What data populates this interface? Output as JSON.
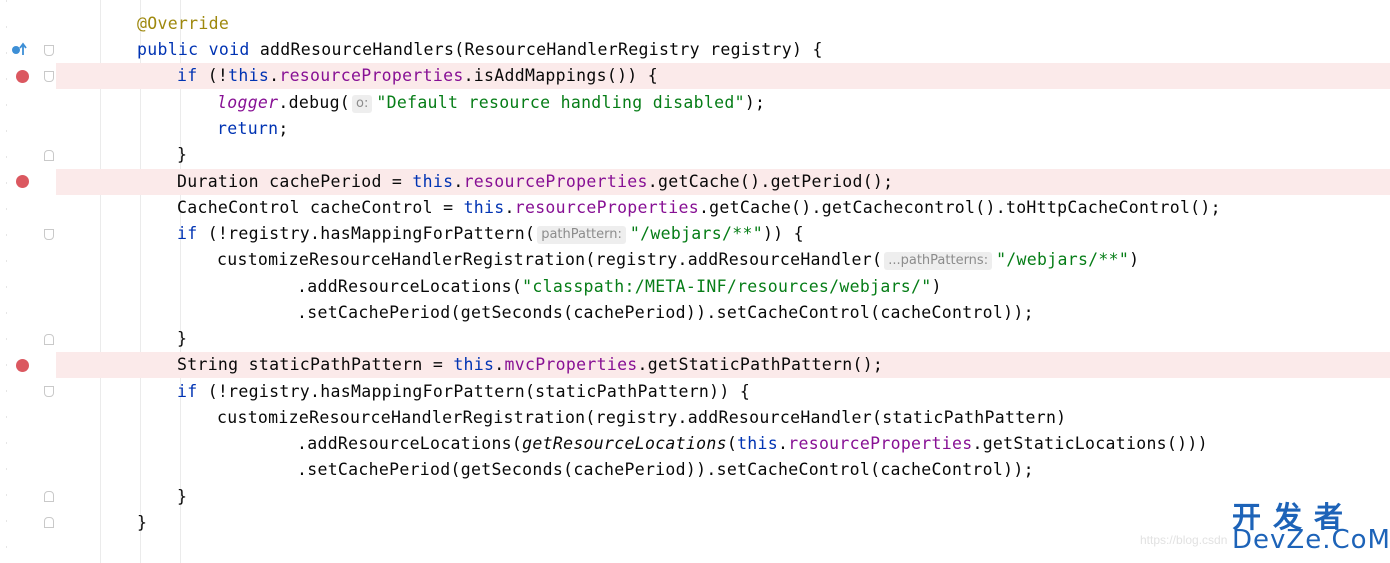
{
  "editor": {
    "lines": [
      {
        "tokens": [
          {
            "t": "@Override",
            "c": "ann"
          }
        ]
      },
      {
        "tokens": [
          {
            "t": "public ",
            "c": "kw"
          },
          {
            "t": "void ",
            "c": "kw"
          },
          {
            "t": "addResourceHandlers",
            "c": "fn"
          },
          {
            "t": "(ResourceHandlerRegistry registry) {",
            "c": ""
          }
        ]
      },
      {
        "tokens": [
          {
            "t": "if ",
            "c": "kw"
          },
          {
            "t": "(!",
            "c": ""
          },
          {
            "t": "this",
            "c": "kw"
          },
          {
            "t": ".",
            "c": ""
          },
          {
            "t": "resourceProperties",
            "c": "fld"
          },
          {
            "t": ".isAddMappings()) {",
            "c": ""
          }
        ]
      },
      {
        "tokens": [
          {
            "t": "logger",
            "c": "fld ital"
          },
          {
            "t": ".debug(",
            "c": ""
          },
          {
            "t": "o:",
            "c": "hint"
          },
          {
            "t": "\"Default resource handling disabled\"",
            "c": "str"
          },
          {
            "t": ");",
            "c": ""
          }
        ]
      },
      {
        "tokens": [
          {
            "t": "return",
            "c": "kw"
          },
          {
            "t": ";",
            "c": ""
          }
        ]
      },
      {
        "tokens": [
          {
            "t": "}",
            "c": ""
          }
        ]
      },
      {
        "tokens": [
          {
            "t": "Duration cachePeriod = ",
            "c": ""
          },
          {
            "t": "this",
            "c": "kw"
          },
          {
            "t": ".",
            "c": ""
          },
          {
            "t": "resourceProperties",
            "c": "fld"
          },
          {
            "t": ".getCache().getPeriod();",
            "c": ""
          }
        ]
      },
      {
        "tokens": [
          {
            "t": "CacheControl cacheControl = ",
            "c": ""
          },
          {
            "t": "this",
            "c": "kw"
          },
          {
            "t": ".",
            "c": ""
          },
          {
            "t": "resourceProperties",
            "c": "fld"
          },
          {
            "t": ".getCache().getCachecontrol().toHttpCacheControl();",
            "c": ""
          }
        ]
      },
      {
        "tokens": [
          {
            "t": "if ",
            "c": "kw"
          },
          {
            "t": "(!registry.hasMappingForPattern(",
            "c": ""
          },
          {
            "t": "pathPattern:",
            "c": "hint"
          },
          {
            "t": "\"/webjars/**\"",
            "c": "str"
          },
          {
            "t": ")) {",
            "c": ""
          }
        ]
      },
      {
        "tokens": [
          {
            "t": "customizeResourceHandlerRegistration(registry.addResourceHandler(",
            "c": ""
          },
          {
            "t": "...pathPatterns:",
            "c": "hint"
          },
          {
            "t": "\"/webjars/**\"",
            "c": "str"
          },
          {
            "t": ")",
            "c": ""
          }
        ]
      },
      {
        "tokens": [
          {
            "t": ".addResourceLocations(",
            "c": ""
          },
          {
            "t": "\"classpath:/META-INF/resources/webjars/\"",
            "c": "str"
          },
          {
            "t": ")",
            "c": ""
          }
        ]
      },
      {
        "tokens": [
          {
            "t": ".setCachePeriod(getSeconds(cachePeriod)).setCacheControl(cacheControl));",
            "c": ""
          }
        ]
      },
      {
        "tokens": [
          {
            "t": "}",
            "c": ""
          }
        ]
      },
      {
        "tokens": [
          {
            "t": "String staticPathPattern = ",
            "c": ""
          },
          {
            "t": "this",
            "c": "kw"
          },
          {
            "t": ".",
            "c": ""
          },
          {
            "t": "mvcProperties",
            "c": "fld"
          },
          {
            "t": ".getStaticPathPattern();",
            "c": ""
          }
        ]
      },
      {
        "tokens": [
          {
            "t": "if ",
            "c": "kw"
          },
          {
            "t": "(!registry.hasMappingForPattern(staticPathPattern)) {",
            "c": ""
          }
        ]
      },
      {
        "tokens": [
          {
            "t": "customizeResourceHandlerRegistration(registry.addResourceHandler(staticPathPattern)",
            "c": ""
          }
        ]
      },
      {
        "tokens": [
          {
            "t": ".addResourceLocations(",
            "c": ""
          },
          {
            "t": "getResourceLocations",
            "c": "ital"
          },
          {
            "t": "(",
            "c": ""
          },
          {
            "t": "this",
            "c": "kw"
          },
          {
            "t": ".",
            "c": ""
          },
          {
            "t": "resourceProperties",
            "c": "fld"
          },
          {
            "t": ".getStaticLocations()))",
            "c": ""
          }
        ]
      },
      {
        "tokens": [
          {
            "t": ".setCachePeriod(getSeconds(cachePeriod)).setCacheControl(cacheControl));",
            "c": ""
          }
        ]
      },
      {
        "tokens": [
          {
            "t": "}",
            "c": ""
          }
        ]
      },
      {
        "tokens": [
          {
            "t": "}",
            "c": ""
          }
        ]
      }
    ],
    "breakpoints": [
      2,
      6,
      13
    ],
    "colors": {
      "keyword": "#0033b3",
      "annotation": "#9e880d",
      "field": "#871094",
      "string": "#067d17",
      "breakpoint": "#db5860",
      "breakpoint_line": "#fbeaea"
    }
  },
  "watermark": {
    "url": "https://blog.csdn",
    "brand_cn": "开发者",
    "brand_en": "DevZe.CoM"
  }
}
